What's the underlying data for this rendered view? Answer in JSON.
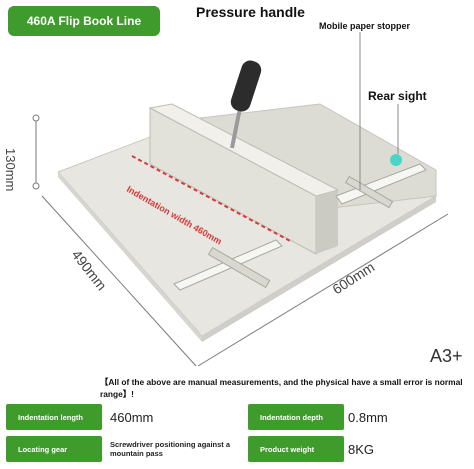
{
  "product": {
    "title": "460A Flip Book Line",
    "size_mark": "A3+"
  },
  "callouts": {
    "pressure_handle": "Pressure handle",
    "mobile_stopper": "Mobile paper stopper",
    "rear_sight": "Rear sight",
    "indentation_width": "Indentation width 460mm"
  },
  "dimensions": {
    "height": "130mm",
    "depth": "490mm",
    "width": "600mm"
  },
  "note": "【All of the above are manual measurements, and the physical have a small error is normal range】!",
  "specs": [
    {
      "label": "Indentation length",
      "value": "460mm"
    },
    {
      "label": "Indentation depth",
      "value": "0.8mm"
    },
    {
      "label": "Locating gear",
      "value": "Screwdriver positioning against a mountain pass"
    },
    {
      "label": "Product weight",
      "value": "8KG"
    }
  ],
  "colors": {
    "accent_green": "#3f9b2c",
    "indicator_red": "#d33b3b",
    "body_grey": "#e6e5df",
    "cyan_dot": "#49d6c8"
  }
}
